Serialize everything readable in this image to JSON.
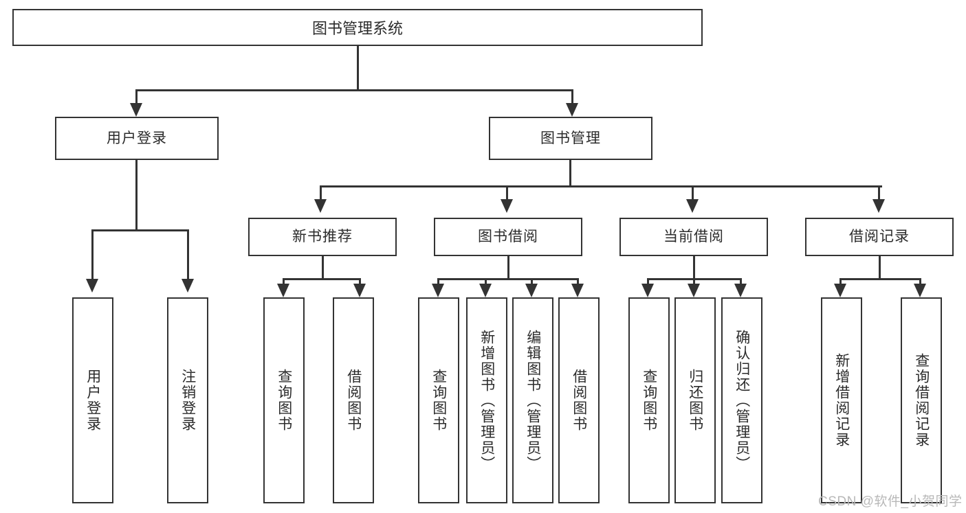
{
  "diagram": {
    "title": "图书管理系统",
    "type": "hierarchy-tree",
    "root": {
      "label": "图书管理系统"
    },
    "level2": [
      {
        "label": "用户登录"
      },
      {
        "label": "图书管理"
      }
    ],
    "level3": [
      {
        "label": "新书推荐"
      },
      {
        "label": "图书借阅"
      },
      {
        "label": "当前借阅"
      },
      {
        "label": "借阅记录"
      }
    ],
    "leaves": {
      "user_login": [
        {
          "label": "用户登录"
        },
        {
          "label": "注销登录"
        }
      ],
      "new_book": [
        {
          "label": "查询图书"
        },
        {
          "label": "借阅图书"
        }
      ],
      "book_borrow": [
        {
          "label": "查询图书"
        },
        {
          "label": "新增图书（管理员）"
        },
        {
          "label": "编辑图书（管理员）"
        },
        {
          "label": "借阅图书"
        }
      ],
      "current_borrow": [
        {
          "label": "查询图书"
        },
        {
          "label": "归还图书"
        },
        {
          "label": "确认归还（管理员）"
        }
      ],
      "borrow_record": [
        {
          "label": "新增借阅记录"
        },
        {
          "label": "查询借阅记录"
        }
      ]
    }
  },
  "watermark": {
    "text": "CSDN @软件_小贺同学"
  },
  "colors": {
    "stroke": "#333333",
    "text": "#2b2b2b",
    "background": "#ffffff",
    "watermark": "#b8b8b8"
  }
}
